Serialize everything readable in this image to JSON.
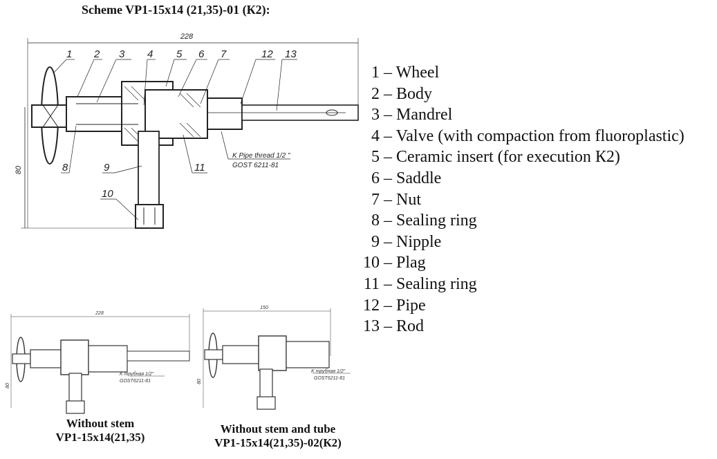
{
  "title": "Scheme VP1-15x14 (21,35)-01 (К2):",
  "main_drawing": {
    "dim_length": "228",
    "dim_height": "80",
    "callouts": [
      "1",
      "2",
      "3",
      "4",
      "5",
      "6",
      "7",
      "12",
      "13",
      "8",
      "9",
      "10",
      "11"
    ],
    "thread_note_line1": "K  Pipe thread 1/2 \"",
    "thread_note_line2": "GOST 6211-81"
  },
  "legend": [
    {
      "num": "1",
      "text": "Wheel"
    },
    {
      "num": "2",
      "text": "Body"
    },
    {
      "num": "3",
      "text": "Mandrel"
    },
    {
      "num": "4",
      "text": "Valve (with compaction from fluoroplastic)"
    },
    {
      "num": "5",
      "text": "Ceramic insert (for execution К2)"
    },
    {
      "num": "6",
      "text": "Saddle"
    },
    {
      "num": "7",
      "text": "Nut"
    },
    {
      "num": "8",
      "text": "Sealing ring"
    },
    {
      "num": "9",
      "text": "Nipple"
    },
    {
      "num": "10",
      "text": "Plag"
    },
    {
      "num": "11",
      "text": "Sealing ring"
    },
    {
      "num": "12",
      "text": "Pipe"
    },
    {
      "num": "13",
      "text": "Rod"
    }
  ],
  "variant_a": {
    "dim_length": "228",
    "dim_height": "80",
    "thread_note_line1": "K трубная 1/2\"",
    "thread_note_line2": "GOST6211-81",
    "caption_line1": "Without stem",
    "caption_line2": "VP1-15x14(21,35)"
  },
  "variant_b": {
    "dim_length": "150",
    "dim_height": "80",
    "thread_note_line1": "K трубная 1/2\"",
    "thread_note_line2": "GOST6211-81",
    "caption_line1": "Without stem and tube",
    "caption_line2": "VP1-15x14(21,35)-02(К2)"
  }
}
